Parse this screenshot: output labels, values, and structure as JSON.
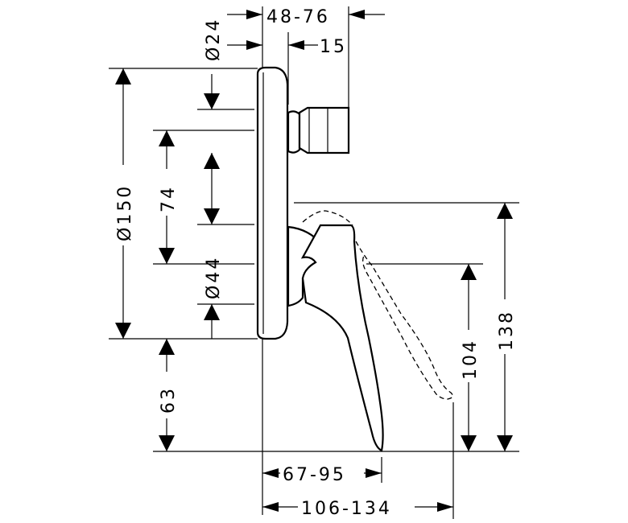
{
  "drawing": {
    "dimensions": {
      "top_depth": "48-76",
      "pipe_diameter": "Ø24",
      "offset": "15",
      "rosette_diameter": "Ø150",
      "center_distance": "74",
      "inner_diameter": "Ø44",
      "lower_height": "63",
      "spout_height": "104",
      "total_height": "138",
      "lever_projection": "67-95",
      "total_projection": "106-134"
    }
  }
}
